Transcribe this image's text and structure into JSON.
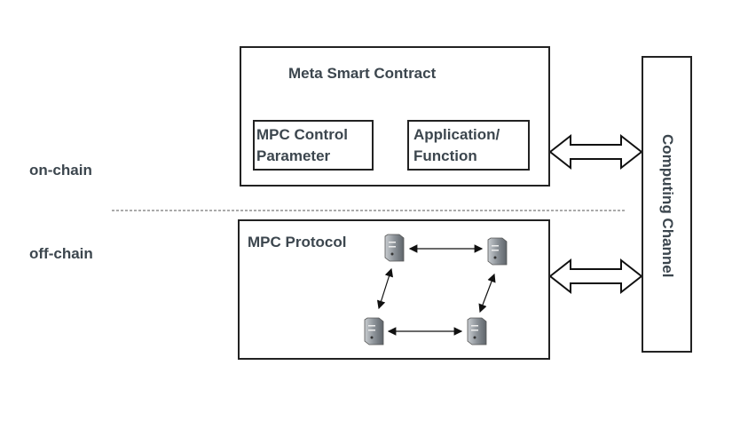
{
  "layers": {
    "on_chain": "on-chain",
    "off_chain": "off-chain"
  },
  "contract": {
    "title": "Meta Smart Contract",
    "control_line1": "MPC Control",
    "control_line2": "Parameter",
    "app_line1": "Application/",
    "app_line2": "Function"
  },
  "protocol": {
    "title": "MPC Protocol",
    "nodes": [
      "server-icon",
      "server-icon",
      "server-icon",
      "server-icon"
    ]
  },
  "channel": {
    "label": "Computing Channel"
  },
  "colors": {
    "text": "#3c464e",
    "border": "#222222",
    "server": "#9aa0a6"
  }
}
